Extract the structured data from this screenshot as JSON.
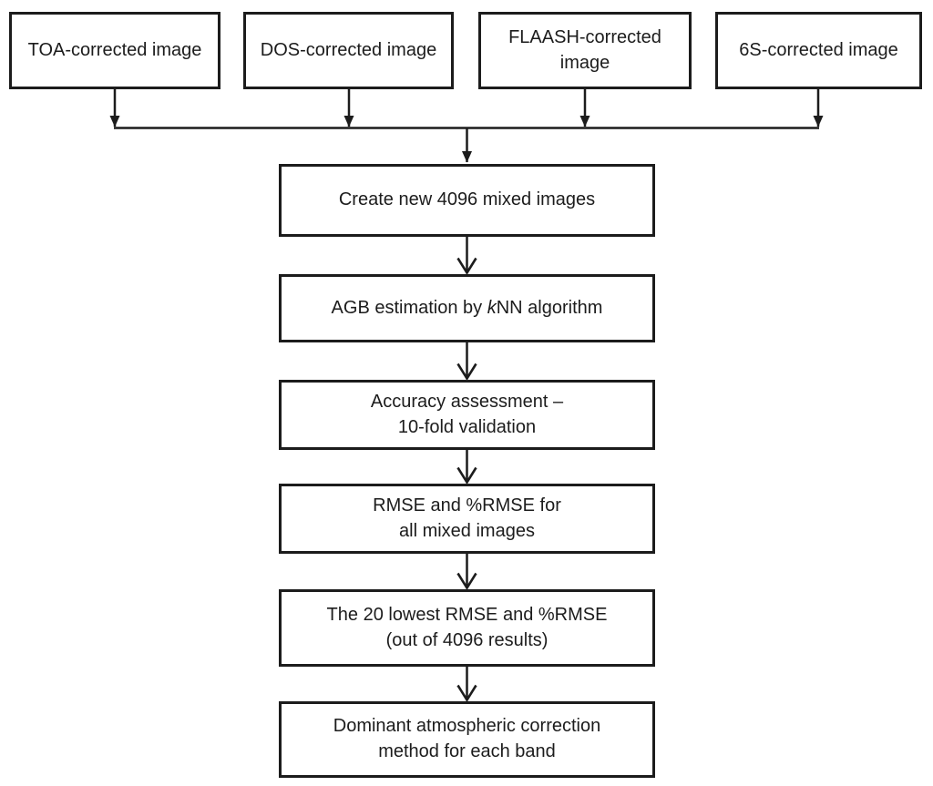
{
  "canvas": {
    "background": "#ffffff",
    "line_color": "#1c1c1c"
  },
  "flowchart": {
    "sources": [
      {
        "label": "TOA-corrected image"
      },
      {
        "label": "DOS-corrected image"
      },
      {
        "label": "FLAASH-corrected\nimage"
      },
      {
        "label": "6S-corrected image"
      }
    ],
    "steps": {
      "create": {
        "label": "Create new 4096 mixed images"
      },
      "agb": {
        "pre": "AGB estimation by ",
        "k_italic": "k",
        "post": "NN algorithm"
      },
      "accuracy": {
        "label": "Accuracy assessment –\n10-fold validation"
      },
      "rmse": {
        "label": "RMSE and %RMSE for\nall mixed images"
      },
      "lowest": {
        "label": "The 20 lowest RMSE and %RMSE\n(out of 4096 results)"
      },
      "dominant": {
        "label": "Dominant atmospheric correction\nmethod for each band"
      }
    }
  }
}
